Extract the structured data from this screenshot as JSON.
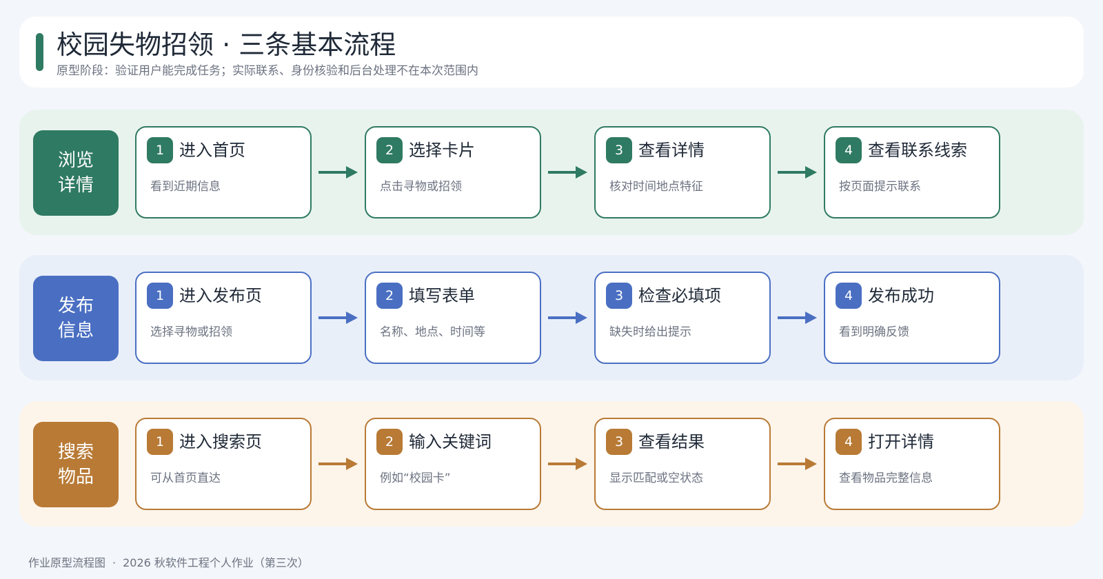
{
  "header": {
    "title": "校园失物招领 · 三条基本流程",
    "subtitle": "原型阶段：验证用户能完成任务；实际联系、身份核验和后台处理不在本次范围内"
  },
  "lanes": [
    {
      "label": "浏览\n详情",
      "color": "#2f7a62",
      "background": "#e8f3ee",
      "steps": [
        {
          "num": "1",
          "title": "进入首页",
          "desc": "看到近期信息"
        },
        {
          "num": "2",
          "title": "选择卡片",
          "desc": "点击寻物或招领"
        },
        {
          "num": "3",
          "title": "查看详情",
          "desc": "核对时间地点特征"
        },
        {
          "num": "4",
          "title": "查看联系线索",
          "desc": "按页面提示联系"
        }
      ]
    },
    {
      "label": "发布\n信息",
      "color": "#4a6fc2",
      "background": "#e9eff9",
      "steps": [
        {
          "num": "1",
          "title": "进入发布页",
          "desc": "选择寻物或招领"
        },
        {
          "num": "2",
          "title": "填写表单",
          "desc": "名称、地点、时间等"
        },
        {
          "num": "3",
          "title": "检查必填项",
          "desc": "缺失时给出提示"
        },
        {
          "num": "4",
          "title": "发布成功",
          "desc": "看到明确反馈"
        }
      ]
    },
    {
      "label": "搜索\n物品",
      "color": "#b87a35",
      "background": "#fdf4ea",
      "steps": [
        {
          "num": "1",
          "title": "进入搜索页",
          "desc": "可从首页直达"
        },
        {
          "num": "2",
          "title": "输入关键词",
          "desc": "例如“校园卡”"
        },
        {
          "num": "3",
          "title": "查看结果",
          "desc": "显示匹配或空状态"
        },
        {
          "num": "4",
          "title": "打开详情",
          "desc": "查看物品完整信息"
        }
      ]
    }
  ],
  "footer": {
    "left": "作业原型流程图",
    "sep": "·",
    "right": "2026 秋软件工程个人作业（第三次）"
  }
}
